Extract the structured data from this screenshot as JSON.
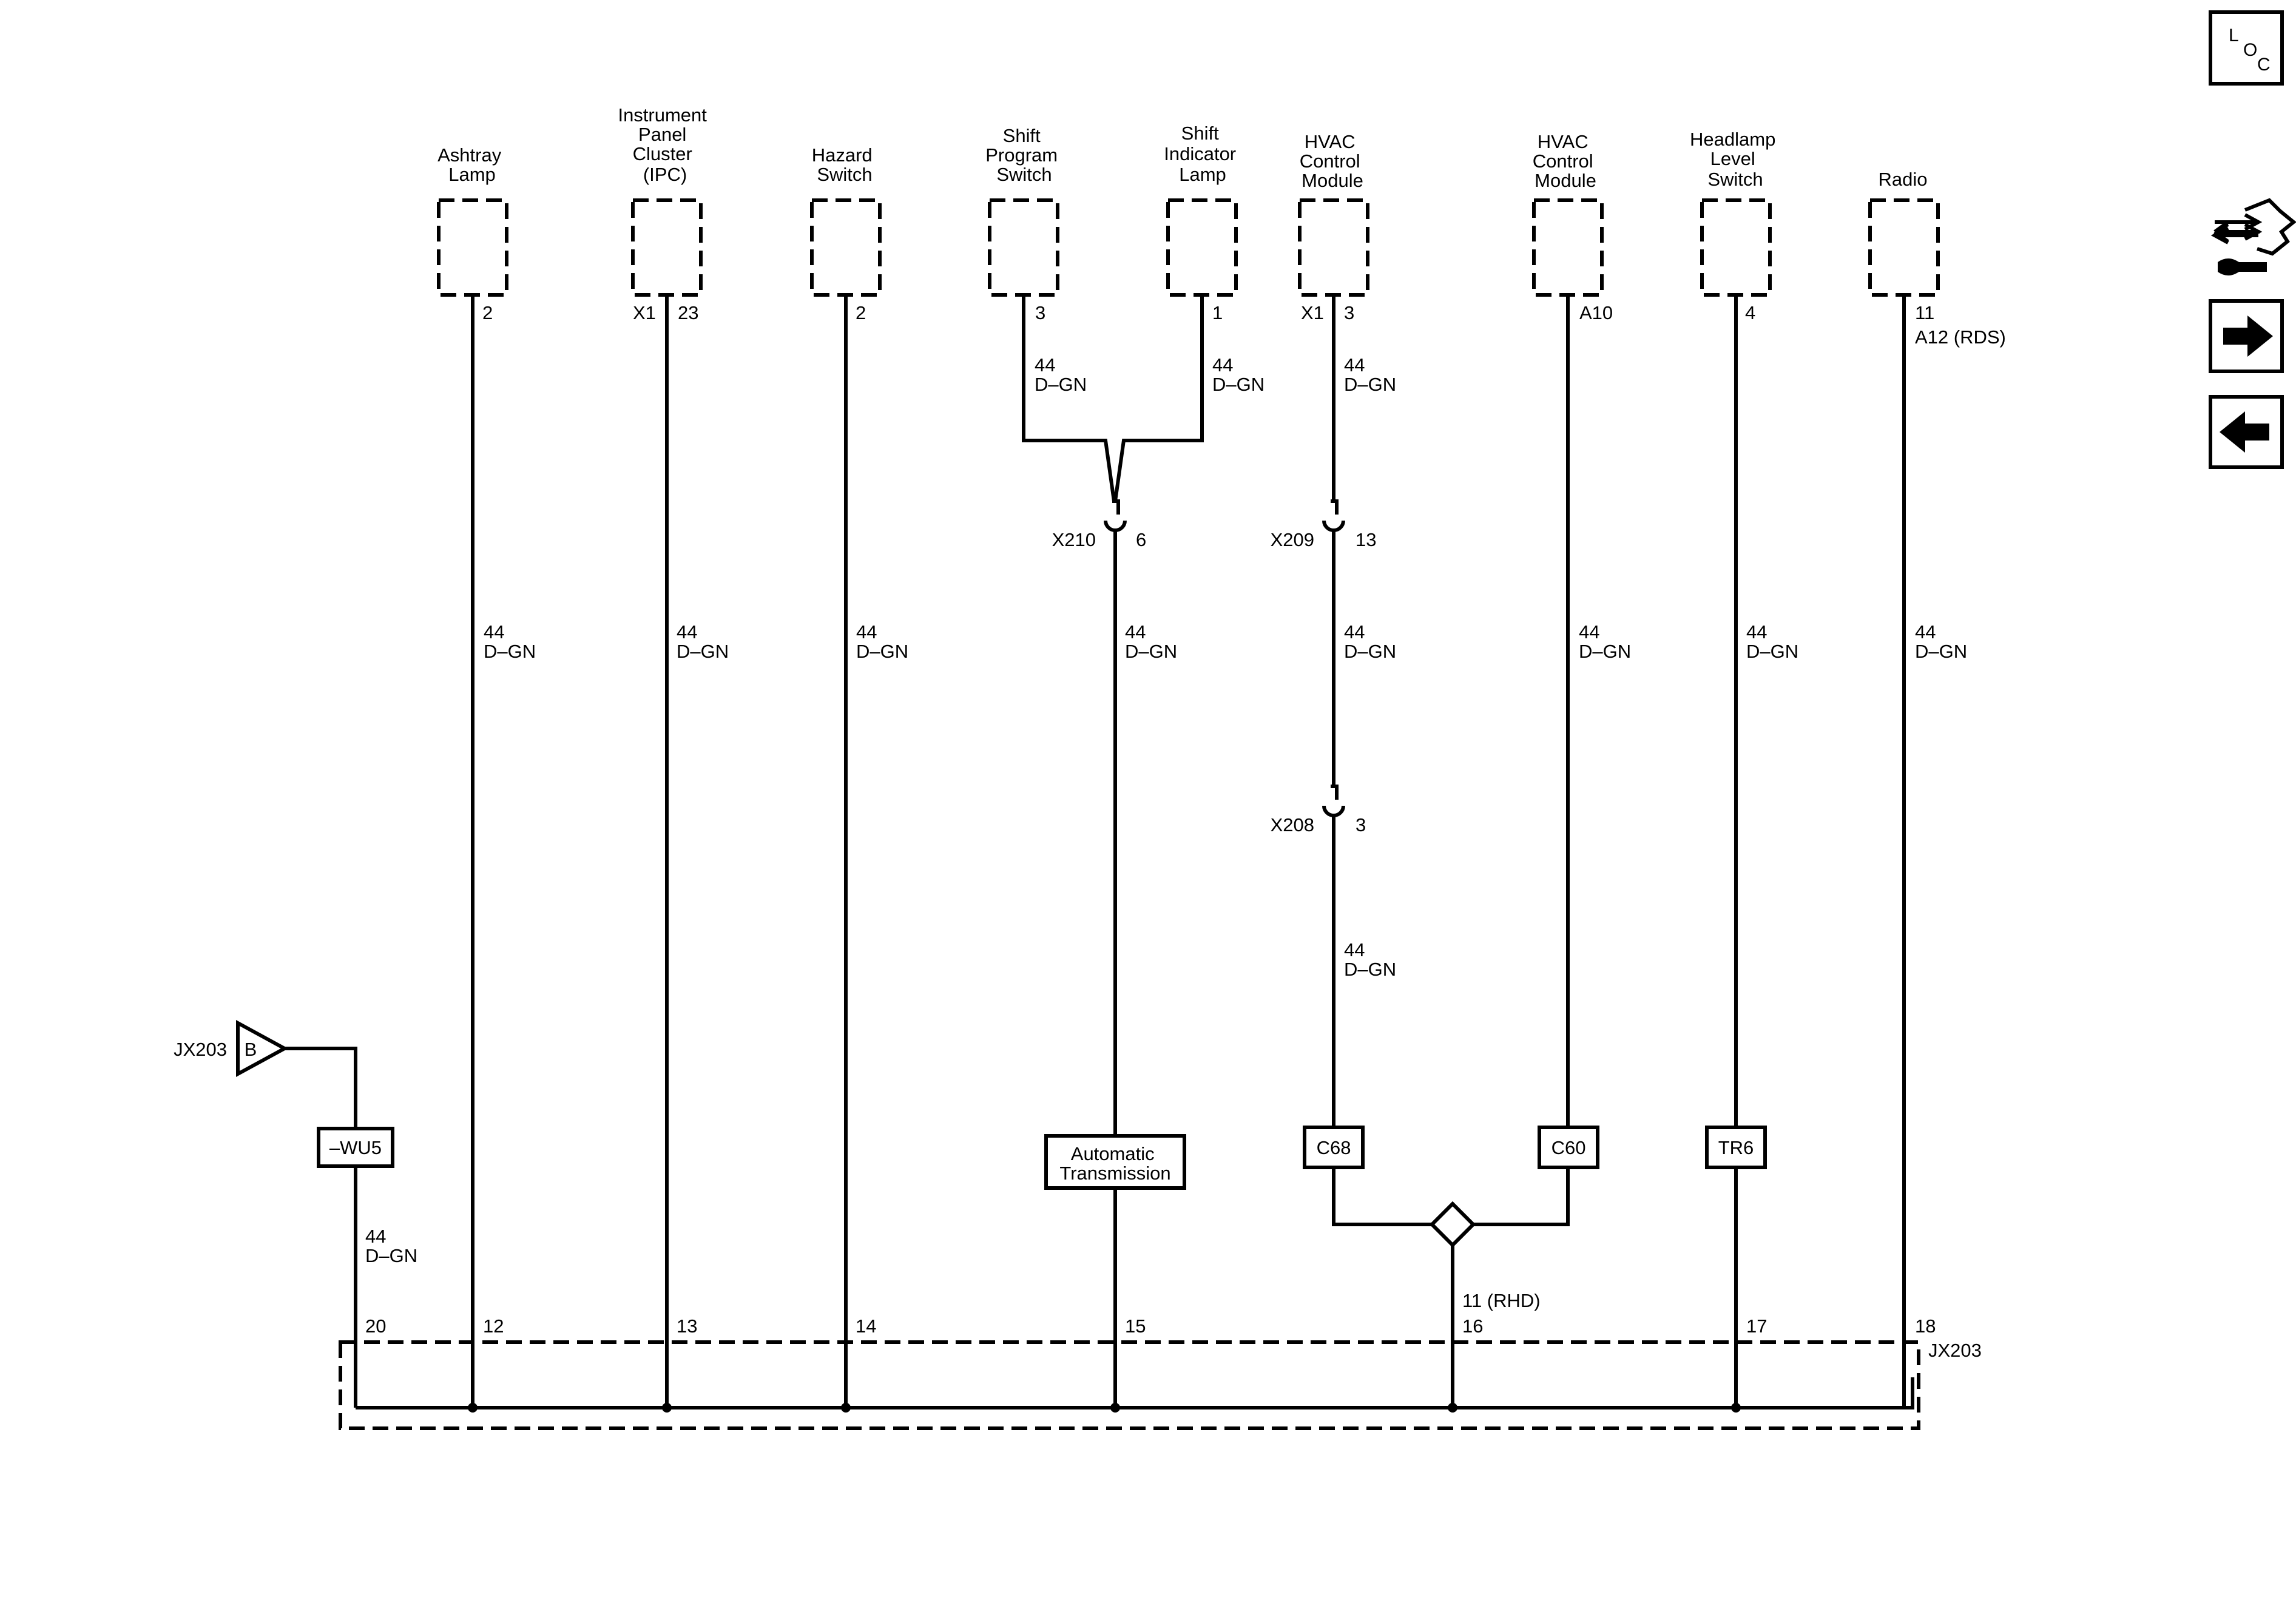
{
  "nav": {
    "loc": {
      "l": "L",
      "o": "O",
      "c": "C"
    }
  },
  "components": {
    "ashtray": [
      "Ashtray",
      "Lamp"
    ],
    "ipc": [
      "Instrument",
      "Panel",
      "Cluster",
      "(IPC)"
    ],
    "hazard": [
      "Hazard",
      "Switch"
    ],
    "shift_prog": [
      "Shift",
      "Program",
      "Switch"
    ],
    "shift_ind": [
      "Shift",
      "Indicator",
      "Lamp"
    ],
    "hvac1": [
      "HVAC",
      "Control",
      "Module"
    ],
    "hvac2": [
      "HVAC",
      "Control",
      "Module"
    ],
    "headlamp": [
      "Headlamp",
      "Level",
      "Switch"
    ],
    "radio": [
      "Radio"
    ]
  },
  "pins": {
    "ashtray": "2",
    "ipc_conn": "X1",
    "ipc": "23",
    "hazard": "2",
    "shift_prog": "3",
    "shift_ind": "1",
    "hvac1_conn": "X1",
    "hvac1": "3",
    "hvac2": "A10",
    "headlamp": "4",
    "radio": "11",
    "radio_alt": "A12 (RDS)"
  },
  "wire": {
    "gauge": "44",
    "color": "D–GN"
  },
  "connectors": {
    "x210": {
      "name": "X210",
      "pin": "6"
    },
    "x209": {
      "name": "X209",
      "pin": "13"
    },
    "x208": {
      "name": "X208",
      "pin": "3"
    }
  },
  "options": {
    "wu5": "–WU5",
    "auto_trans": [
      "Automatic",
      "Transmission"
    ],
    "c68": "C68",
    "c60": "C60",
    "tr6": "TR6"
  },
  "jx203": {
    "name": "JX203",
    "source_letter": "B",
    "pins": [
      "20",
      "12",
      "13",
      "14",
      "15",
      "16",
      "17",
      "18"
    ],
    "rhd_pin": "11 (RHD)"
  }
}
